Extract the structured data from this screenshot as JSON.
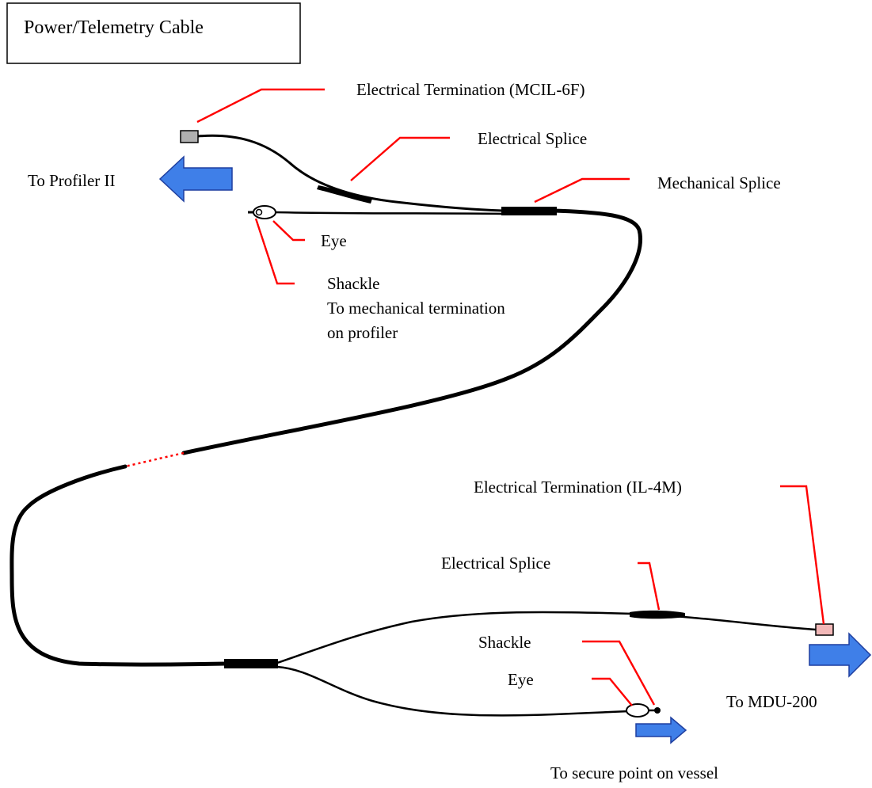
{
  "title": "Power/Telemetry Cable",
  "labels": {
    "elec_term_top": "Electrical Termination (MCIL-6F)",
    "elec_splice_top": "Electrical Splice",
    "to_profiler": "To Profiler II",
    "mech_splice": "Mechanical Splice",
    "eye_top": "Eye",
    "shackle_top_1": "Shackle",
    "shackle_top_2": "To mechanical termination",
    "shackle_top_3": "on profiler",
    "elec_term_bottom": "Electrical Termination (IL-4M)",
    "elec_splice_bottom": "Electrical Splice",
    "shackle_bottom": "Shackle",
    "eye_bottom": "Eye",
    "to_mdu": "To MDU-200",
    "to_vessel": "To secure point on vessel"
  },
  "colors": {
    "leader_line": "#ff0000",
    "arrow_fill": "#3f7fe8",
    "arrow_stroke": "#1f3f9f",
    "connector_top_fill": "#b0b0b0",
    "connector_bottom_fill": "#f2b8b8",
    "cable": "#000000",
    "broken_section": "#ff0000"
  },
  "icons": {
    "to_profiler": "arrow-left-icon",
    "to_mdu": "arrow-right-icon",
    "to_vessel": "arrow-right-icon"
  }
}
